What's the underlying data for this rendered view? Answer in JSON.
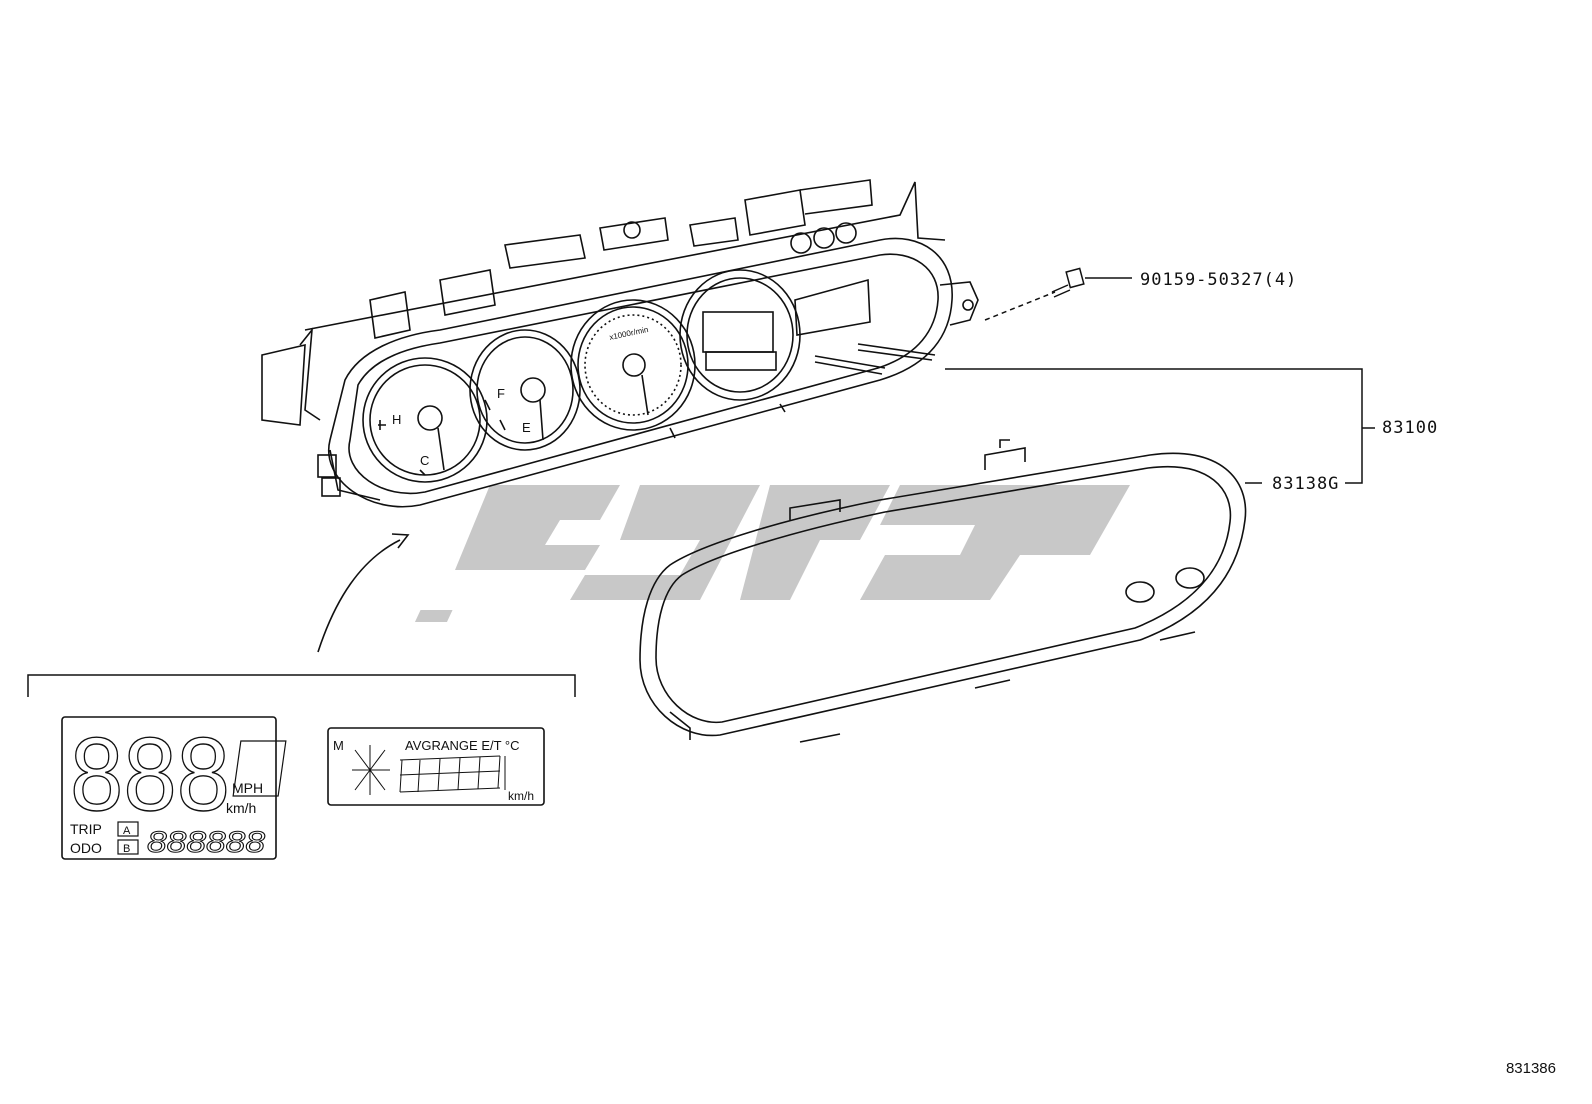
{
  "callouts": {
    "bolt": "90159-50327(4)",
    "assembly": "83100",
    "glass": "83138G"
  },
  "diagram_code": "831386",
  "speed_display": {
    "digits": "888",
    "unit_mph": "MPH",
    "unit_kmh": "km/h",
    "trip_label": "TRIP",
    "odo_label": "ODO",
    "trip_a": "A",
    "trip_b": "B",
    "odometer": "888888"
  },
  "multi_display": {
    "mode_label": "M",
    "header": "AVGRANGE E/T °C",
    "unit": "km/h"
  },
  "gauges": {
    "temp_hot": "H",
    "temp_cold": "C",
    "fuel_full": "F",
    "fuel_empty": "E",
    "tacho_unit": "x1000r/min"
  },
  "colors": {
    "line": "#111111",
    "watermark": "#c8c8c8"
  }
}
